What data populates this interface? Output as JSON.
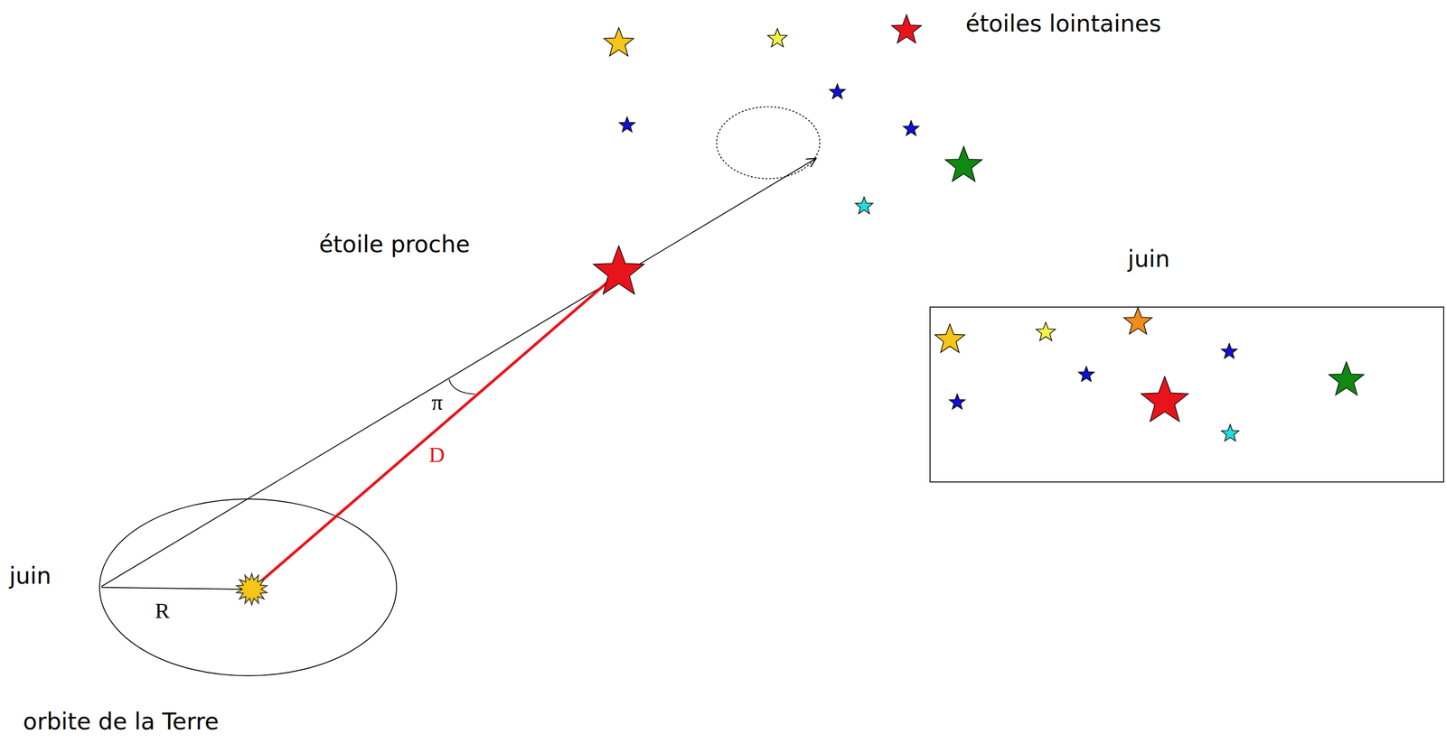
{
  "diagram": {
    "nodes": [
      {
        "text": [
          "juin"
        ]
      }
    ],
    "labels": [
      "étoiles lointaines",
      "étoile proche",
      "π",
      "D",
      "juin",
      "R",
      "orbite de la Terre"
    ]
  }
}
